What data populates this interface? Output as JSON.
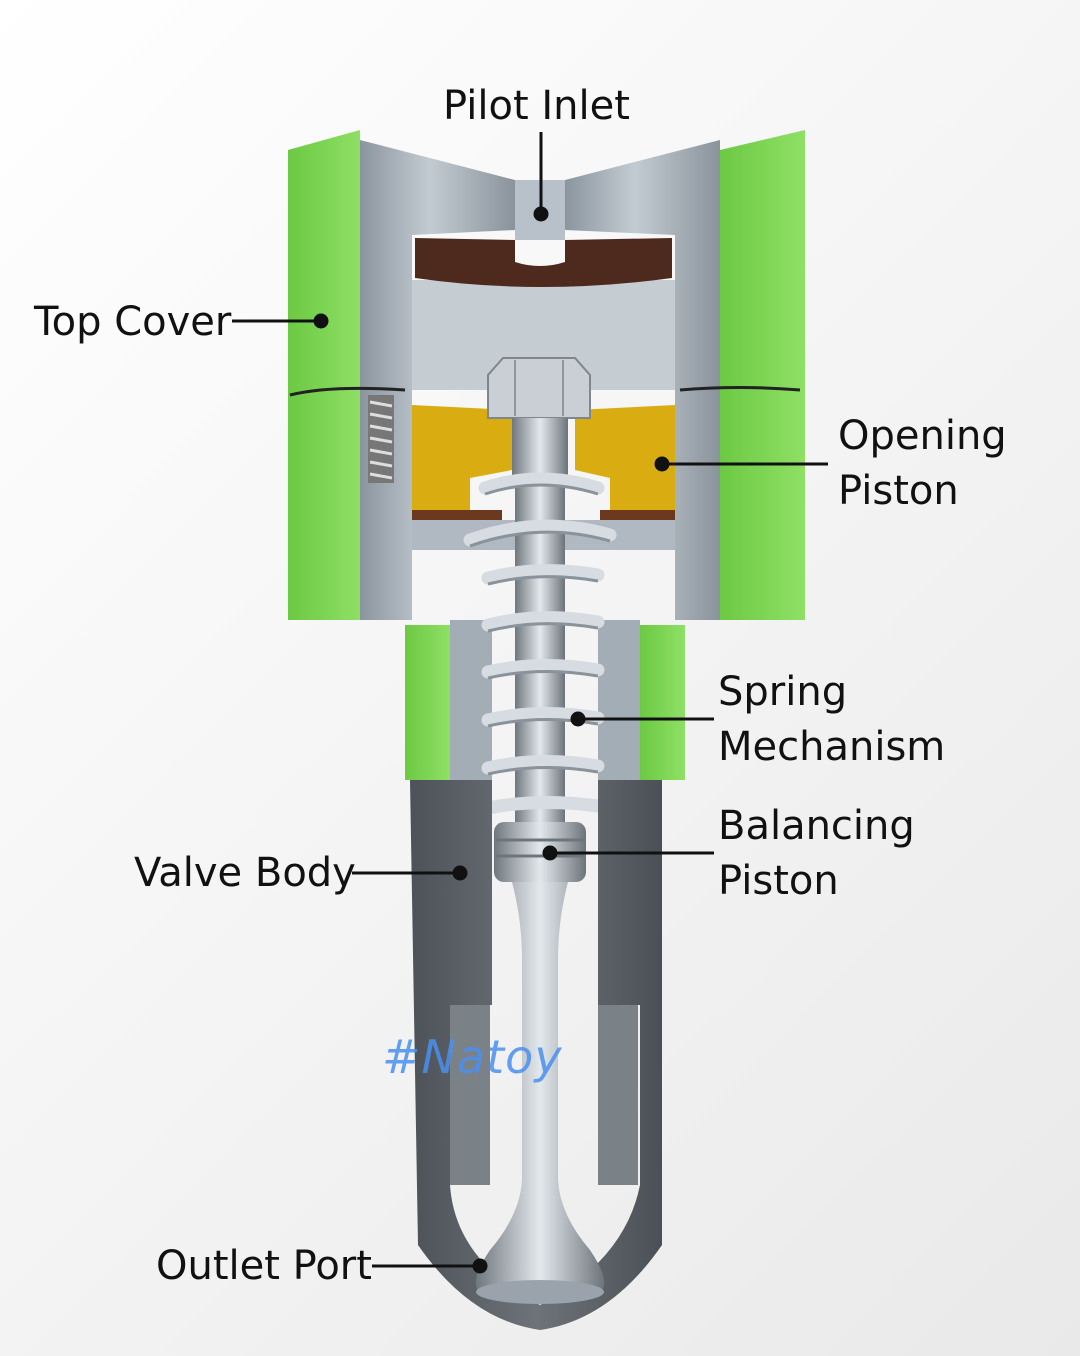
{
  "labels": {
    "pilot_inlet": "Pilot Inlet",
    "top_cover": "Top Cover",
    "opening_piston_line1": "Opening",
    "opening_piston_line2": "Piston",
    "spring_line1": "Spring",
    "spring_line2": "Mechanism",
    "balancing_line1": "Balancing",
    "balancing_line2": "Piston",
    "valve_body": "Valve Body",
    "outlet_port": "Outlet Port"
  },
  "watermark": "#Natoy",
  "colors": {
    "top_cover": "#7fd655",
    "metal": "#a7b1ba",
    "opening_piston": "#d9ad12",
    "spring": "#cfd6dc",
    "valve_body": "#5f656a",
    "leader_lines": "#111111"
  }
}
